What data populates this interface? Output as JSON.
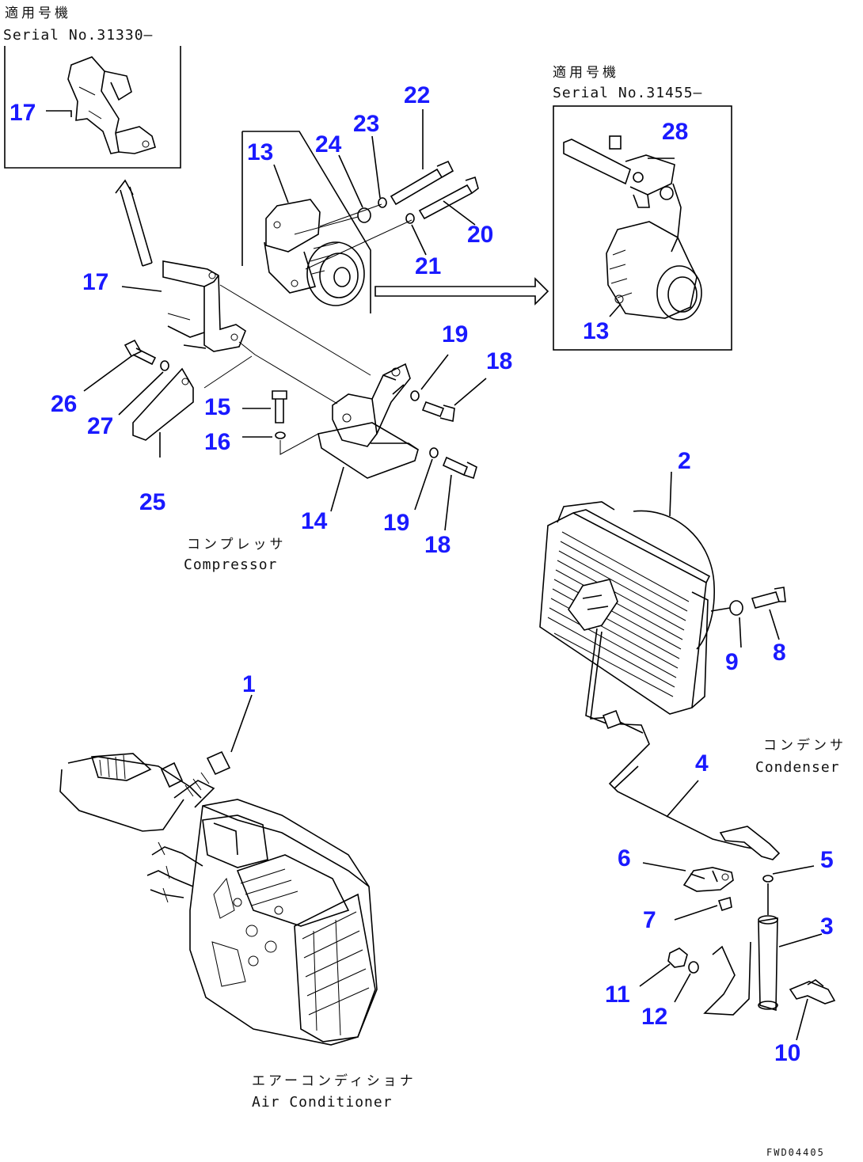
{
  "inset_left": {
    "label_jp": "適用号機",
    "label_en": "Serial No.31330–"
  },
  "inset_right": {
    "label_jp": "適用号機",
    "label_en": "Serial No.31455–"
  },
  "captions": {
    "compressor_jp": "コンプレッサ",
    "compressor_en": "Compressor",
    "condenser_jp": "コンデンサ",
    "condenser_en": "Condenser",
    "air_conditioner_jp": "エアーコンディショナ",
    "air_conditioner_en": "Air Conditioner"
  },
  "drawing_code": "FWD04405",
  "callouts": {
    "c17_inset": "17",
    "c22": "22",
    "c23": "23",
    "c24": "24",
    "c13_main": "13",
    "c20": "20",
    "c21": "21",
    "c17_main": "17",
    "c19_top": "19",
    "c18_top": "18",
    "c26": "26",
    "c27": "27",
    "c15": "15",
    "c16": "16",
    "c25": "25",
    "c14": "14",
    "c19_bottom": "19",
    "c18_bottom": "18",
    "c28": "28",
    "c13_inset": "13",
    "c2": "2",
    "c9": "9",
    "c8": "8",
    "c1": "1",
    "c4": "4",
    "c6": "6",
    "c5": "5",
    "c7": "7",
    "c3": "3",
    "c11": "11",
    "c12": "12",
    "c10": "10"
  }
}
